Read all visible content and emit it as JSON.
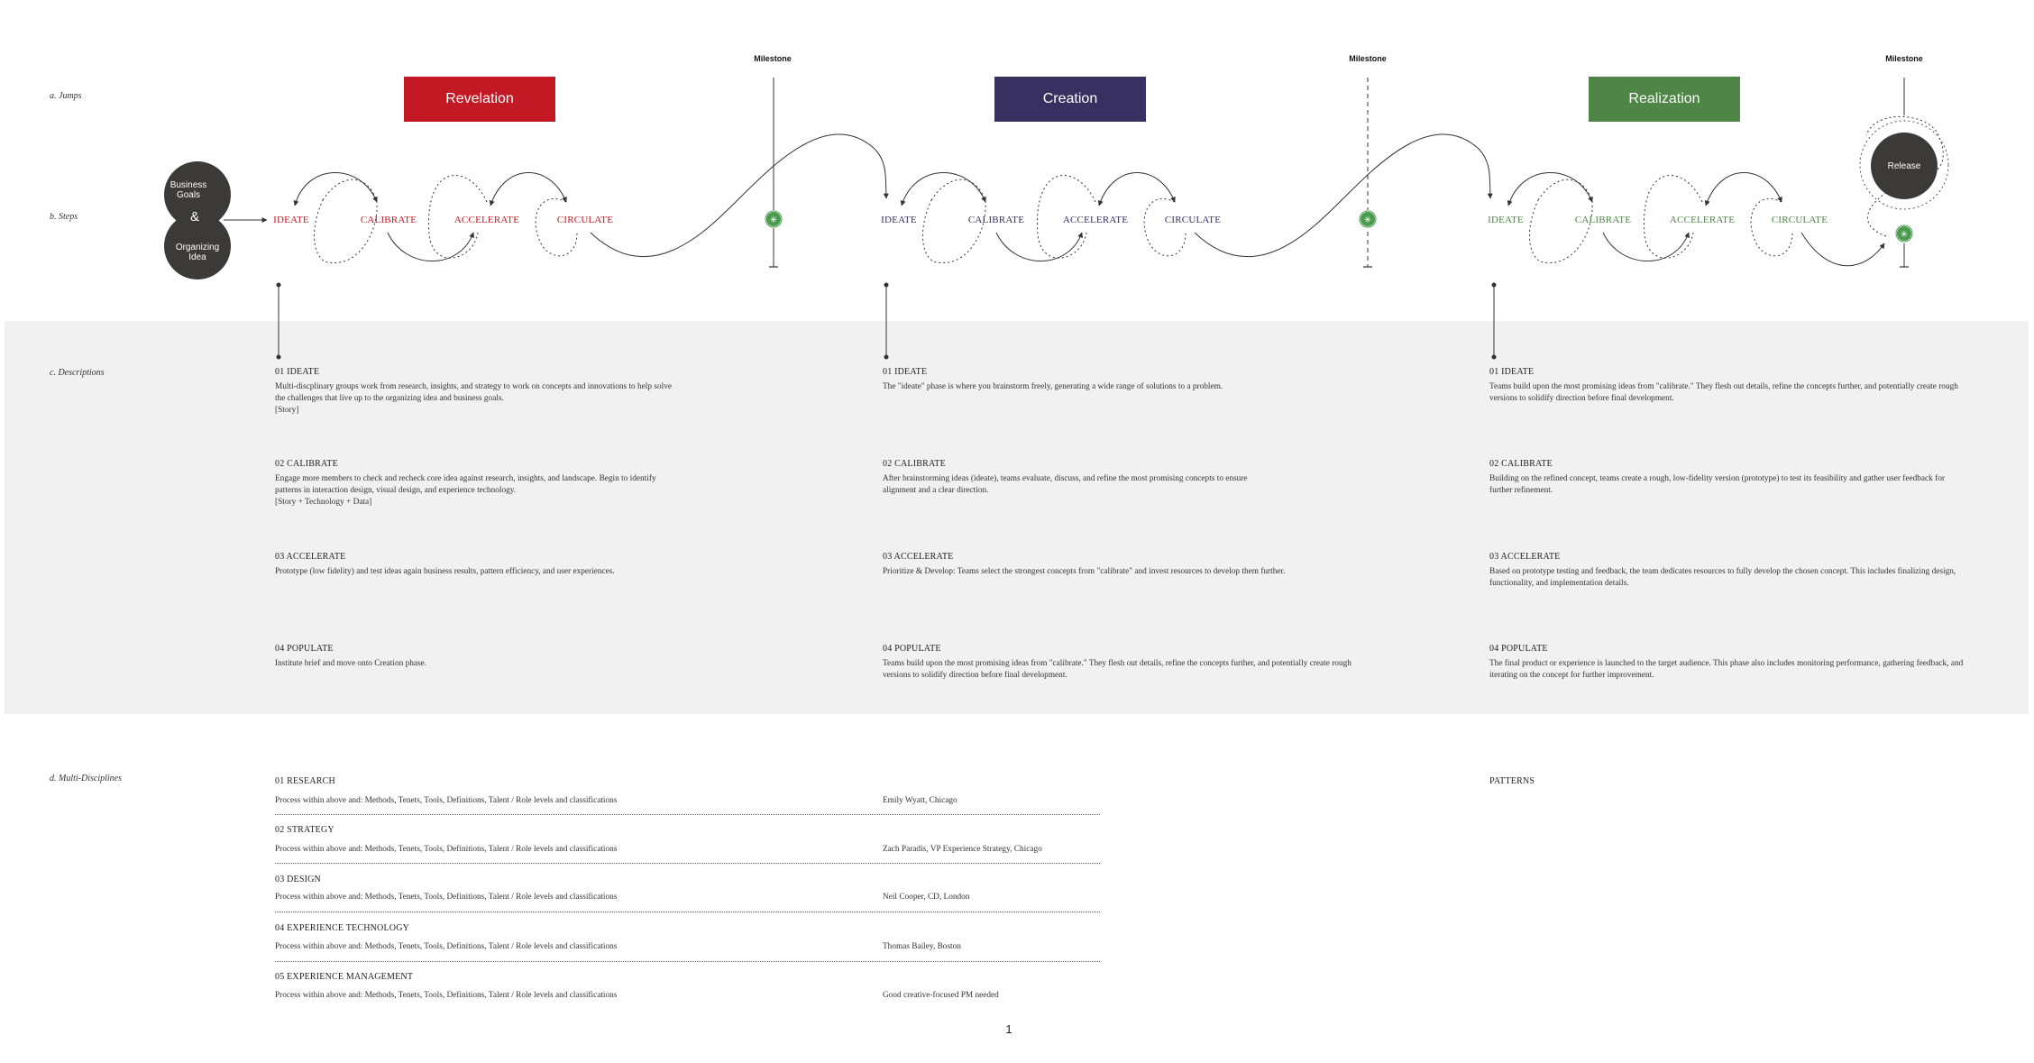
{
  "row_labels": {
    "jumps": "a. Jumps",
    "steps": "b. Steps",
    "descriptions": "c. Descriptions",
    "multi": "d. Multi-Disciplines"
  },
  "milestone_label": "Milestone",
  "phases": [
    {
      "name": "Revelation",
      "color": "#c31925",
      "steps": [
        "IDEATE",
        "CALIBRATE",
        "ACCELERATE",
        "CIRCULATE"
      ]
    },
    {
      "name": "Creation",
      "color": "#383060",
      "steps": [
        "IDEATE",
        "CALIBRATE",
        "ACCELERATE",
        "CIRCULATE"
      ]
    },
    {
      "name": "Realization",
      "color": "#4f8546",
      "steps": [
        "IDEATE",
        "CALIBRATE",
        "ACCELERATE",
        "CIRCULATE"
      ]
    }
  ],
  "start": {
    "business": "Business Goals",
    "amp": "&",
    "organizing": "Organizing Idea"
  },
  "release": "Release",
  "milestone_marker_color": "#4a9a4e",
  "descriptions": [
    [
      {
        "title": "01 IDEATE",
        "body": "Multi-discplinary groups work from research, insights, and strategy to work on concepts and innovations to help solve the challenges that live up to the organizing idea and business goals.",
        "note": "[Story]"
      },
      {
        "title": "02 CALIBRATE",
        "body": "Engage more members to check and recheck core idea against research, insights, and landscape. Begin to identify patterns in interaction design, visual design, and experience technology.",
        "note": "[Story + Technology + Data]"
      },
      {
        "title": "03 ACCELERATE",
        "body": "Prototype (low fidelity) and test ideas again business results, pattern efficiency, and user experiences.",
        "note": ""
      },
      {
        "title": "04 POPULATE",
        "body": "Institute brief and move onto Creation phase.",
        "note": ""
      }
    ],
    [
      {
        "title": "01 IDEATE",
        "body": "The \"ideate\" phase is where you brainstorm freely, generating a wide range of solutions to a problem.",
        "note": ""
      },
      {
        "title": "02 CALIBRATE",
        "body": "After brainstorming ideas (ideate), teams evaluate, discuss, and refine the most promising concepts to ensure alignment and a clear direction.",
        "note": ""
      },
      {
        "title": "03 ACCELERATE",
        "body": "Prioritize & Develop: Teams select the strongest concepts from \"calibrate\" and invest resources to develop them further.",
        "note": ""
      },
      {
        "title": "04 POPULATE",
        "body": "Teams build upon the most promising ideas from \"calibrate.\" They flesh out details, refine the concepts further, and potentially create rough versions to solidify direction before final development.",
        "note": ""
      }
    ],
    [
      {
        "title": "01 IDEATE",
        "body": "Teams build upon the most promising ideas from \"calibrate.\" They flesh out details, refine the concepts further, and potentially create rough versions to solidify direction before final development.",
        "note": ""
      },
      {
        "title": "02 CALIBRATE",
        "body": "Building on the refined concept, teams create a rough, low-fidelity version (prototype) to test its feasibility and gather user feedback for further refinement.",
        "note": ""
      },
      {
        "title": "03 ACCELERATE",
        "body": "Based on prototype testing and feedback, the team dedicates resources to fully develop the chosen concept. This includes finalizing design, functionality, and implementation details.",
        "note": ""
      },
      {
        "title": "04 POPULATE",
        "body": "The final product or experience is launched to the target audience. This phase also includes monitoring performance, gathering feedback, and iterating on the concept for further improvement.",
        "note": ""
      }
    ]
  ],
  "disciplines": [
    {
      "title": "01 RESEARCH",
      "process": "Process within above and: Methods, Tenets, Tools, Definitions, Talent / Role levels and classifications",
      "owner": "Emily Wyatt, Chicago"
    },
    {
      "title": "02 STRATEGY",
      "process": "Process within above and: Methods, Tenets, Tools, Definitions, Talent / Role levels and classifications",
      "owner": "Zach Paradis, VP Experience Strategy, Chicago"
    },
    {
      "title": "03 DESIGN",
      "process": "Process within above and: Methods, Tenets, Tools, Definitions, Talent / Role levels and classifications",
      "owner": "Neil Cooper, CD, London"
    },
    {
      "title": "04 EXPERIENCE TECHNOLOGY",
      "process": "Process within above and: Methods, Tenets, Tools, Definitions, Talent / Role levels and classifications",
      "owner": "Thomas Bailey, Boston"
    },
    {
      "title": "05 EXPERIENCE MANAGEMENT",
      "process": "Process within above and: Methods, Tenets, Tools, Definitions, Talent / Role levels and classifications",
      "owner": "Good creative-focused PM needed"
    }
  ],
  "patterns_label": "PATTERNS",
  "page_number": "1"
}
